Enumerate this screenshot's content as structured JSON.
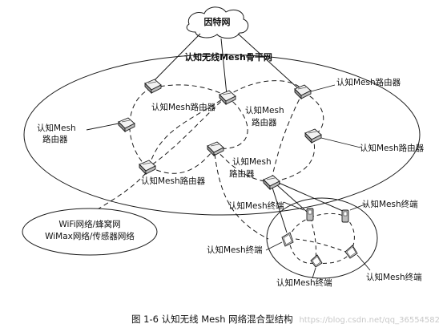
{
  "diagram": {
    "cloud_label": "因特网",
    "backbone_label": "认知无线Mesh骨干网",
    "router_labels": {
      "top_center": "认知Mesh路由器",
      "top_right": "认知Mesh路由器",
      "center_line1": "认知Mesh",
      "center_line2": "路由器",
      "left_line1": "认知Mesh",
      "left_line2": "路由器",
      "right": "认知Mesh路由器",
      "middle_line1": "认知Mesh",
      "middle_line2": "路由器",
      "bottom_left": "认知Mesh路由器"
    },
    "terminal_labels": {
      "top_left": "认知Mesh终端",
      "top_right": "认知Mesh终端",
      "left": "认知Mesh终端",
      "bottom_right": "认知Mesh终端",
      "bottom": "认知Mesh终端"
    },
    "external_network": {
      "line1": "WiFi网络/蜂窝网",
      "line2": "WiMax网络/传感器网络"
    }
  },
  "caption": "图 1-6   认知无线 Mesh 网络混合型结构",
  "watermark": "https://blog.csdn.net/qq_36554582",
  "colors": {
    "line": "#1a1a1a",
    "router_body": "#d9d9d9",
    "background": "#ffffff"
  }
}
